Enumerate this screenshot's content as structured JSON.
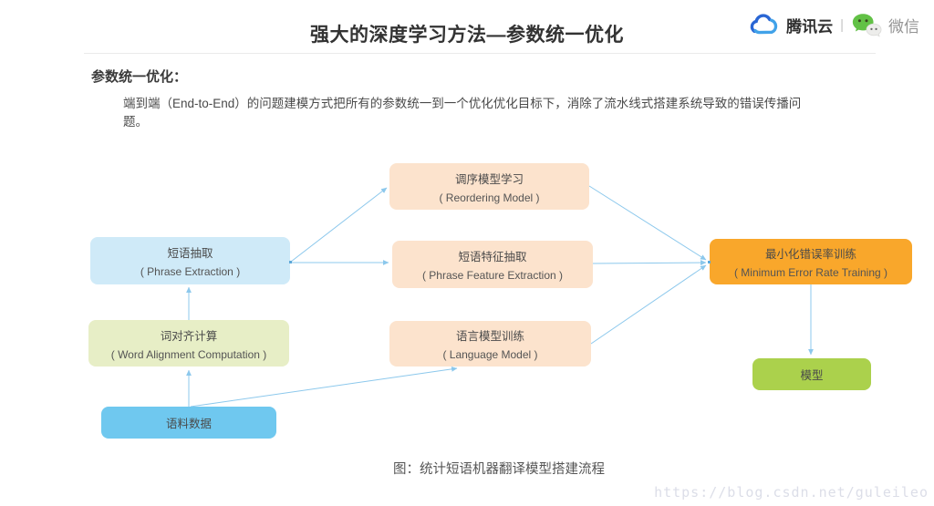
{
  "page": {
    "title": "强大的深度学习方法—参数统一优化",
    "caption": "图：统计短语机器翻译模型搭建流程",
    "watermark": "https://blog.csdn.net/guleileo"
  },
  "brand": {
    "tencent_cloud": "腾讯云",
    "separator": "|",
    "wechat": "微信",
    "cloud_color_dark": "#2a66d4",
    "cloud_color_light": "#41a2e9",
    "wechat_green": "#62c146",
    "wechat_bubble_gray": "#ededeb"
  },
  "section": {
    "heading": "参数统一优化：",
    "body": "端到端（End-to-End）的问题建模方式把所有的参数统一到一个优化优化目标下，消除了流水线式搭建系统导致的错误传播问题。"
  },
  "diagram": {
    "arrow_color": "#8cc8ec",
    "nodes": [
      {
        "id": "reordering-model",
        "title": "调序模型学习",
        "subtitle": "( Reordering Model )",
        "color": "#fce3cd"
      },
      {
        "id": "phrase-extraction",
        "title": "短语抽取",
        "subtitle": "( Phrase Extraction )",
        "color": "#cfeaf8"
      },
      {
        "id": "phrase-feature-extraction",
        "title": "短语特征抽取",
        "subtitle": "( Phrase Feature Extraction )",
        "color": "#fce3cd"
      },
      {
        "id": "min-error-rate-training",
        "title": "最小化错误率训练",
        "subtitle": "( Minimum Error Rate Training )",
        "color": "#f9a72b"
      },
      {
        "id": "word-alignment",
        "title": "词对齐计算",
        "subtitle": "( Word Alignment Computation )",
        "color": "#e7eec6"
      },
      {
        "id": "language-model",
        "title": "语言模型训练",
        "subtitle": "( Language Model )",
        "color": "#fce3cd"
      },
      {
        "id": "model",
        "title": "模型",
        "color": "#abd14c"
      },
      {
        "id": "corpus-data",
        "title": "语料数据",
        "color": "#6fc8ef"
      }
    ],
    "edges": [
      {
        "from": "corpus-data",
        "to": "word-alignment"
      },
      {
        "from": "corpus-data",
        "to": "language-model"
      },
      {
        "from": "word-alignment",
        "to": "phrase-extraction"
      },
      {
        "from": "phrase-extraction",
        "to": "reordering-model"
      },
      {
        "from": "phrase-extraction",
        "to": "phrase-feature-extraction"
      },
      {
        "from": "reordering-model",
        "to": "min-error-rate-training"
      },
      {
        "from": "phrase-feature-extraction",
        "to": "min-error-rate-training"
      },
      {
        "from": "language-model",
        "to": "min-error-rate-training"
      },
      {
        "from": "min-error-rate-training",
        "to": "model"
      }
    ]
  }
}
